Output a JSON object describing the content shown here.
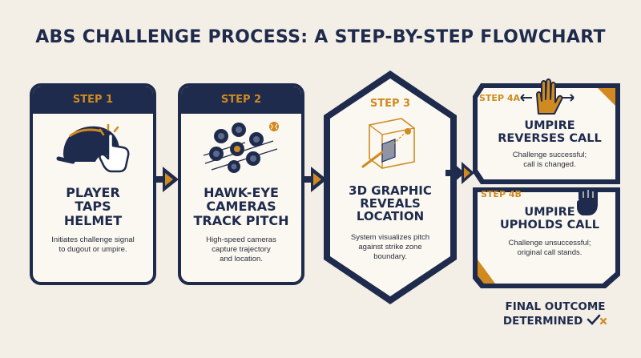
{
  "title": "ABS CHALLENGE PROCESS: A STEP-BY-STEP FLOWCHART",
  "steps": [
    {
      "label": "STEP 1",
      "heading": [
        "PLAYER",
        "TAPS",
        "HELMET"
      ],
      "desc": [
        "Initiates challenge signal",
        "to dugout or umpire."
      ],
      "icon": "helmet-tap-icon"
    },
    {
      "label": "STEP 2",
      "heading": [
        "HAWK-EYE",
        "CAMERAS",
        "TRACK PITCH"
      ],
      "desc": [
        "High-speed cameras",
        "capture trajectory",
        "and location."
      ],
      "icon": "tracking-cameras-icon"
    },
    {
      "label": "STEP 3",
      "heading": [
        "3D GRAPHIC",
        "REVEALS",
        "LOCATION"
      ],
      "desc": [
        "System visualizes pitch",
        "against strike zone",
        "boundary."
      ],
      "icon": "strike-zone-cube-icon"
    },
    {
      "label": "STEP 4A",
      "heading": [
        "UMPIRE",
        "REVERSES CALL"
      ],
      "desc": [
        "Challenge successful;",
        "call is changed."
      ],
      "icon": "open-hand-icon"
    },
    {
      "label": "STEP 4B",
      "heading": [
        "UMPIRE",
        "UPHOLDS CALL"
      ],
      "desc": [
        "Challenge unsuccessful;",
        "original call stands."
      ],
      "icon": "fist-icon"
    }
  ],
  "final": [
    "FINAL OUTCOME",
    "DETERMINED"
  ],
  "colors": {
    "navy": "#1f2b4d",
    "gold": "#d08a1f",
    "background": "#f3efe6"
  }
}
